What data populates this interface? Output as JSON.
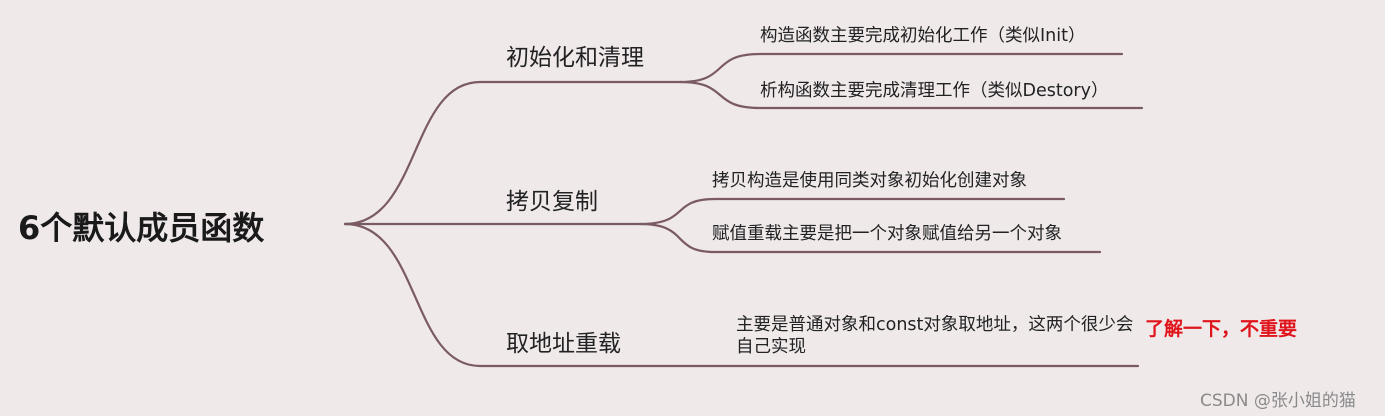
{
  "root": "6个默认成员函数",
  "branches": [
    {
      "label": "初始化和清理",
      "children": [
        "构造函数主要完成初始化工作（类似Init）",
        "析构函数主要完成清理工作（类似Destory）"
      ]
    },
    {
      "label": "拷贝复制",
      "children": [
        "拷贝构造是使用同类对象初始化创建对象",
        "赋值重载主要是把一个对象赋值给另一个对象"
      ]
    },
    {
      "label": "取地址重载",
      "children": [
        "主要是普通对象和const对象取地址，这两个很少会自己实现"
      ]
    }
  ],
  "note": "了解一下，不重要",
  "watermark": "CSDN @张小姐的猫",
  "colors": {
    "background": "#efe9ea",
    "line": "#7a5a63",
    "note": "#e0141b",
    "text": "#222222"
  }
}
